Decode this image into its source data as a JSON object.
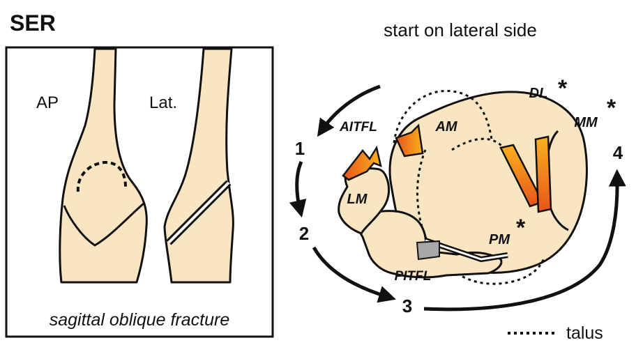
{
  "title": "SER",
  "panel_left": {
    "ap_label": "AP",
    "lat_label": "Lat.",
    "caption": "sagittal oblique fracture"
  },
  "panel_right": {
    "header": "start on lateral side",
    "labels": {
      "aitfl": "AITFL",
      "am": "AM",
      "dl": "DL",
      "mm": "MM",
      "lm": "LM",
      "pm": "PM",
      "pitfl": "PITFL"
    },
    "asterisk": "*",
    "steps": [
      "1",
      "2",
      "3",
      "4"
    ],
    "legend_label": "talus"
  },
  "colors": {
    "bone_fill": "#fae5c3",
    "outline": "#111111",
    "ligament_orange": "#f7a21b",
    "ligament_red": "#e8541a",
    "ligament_gray": "#a8a8a8"
  }
}
